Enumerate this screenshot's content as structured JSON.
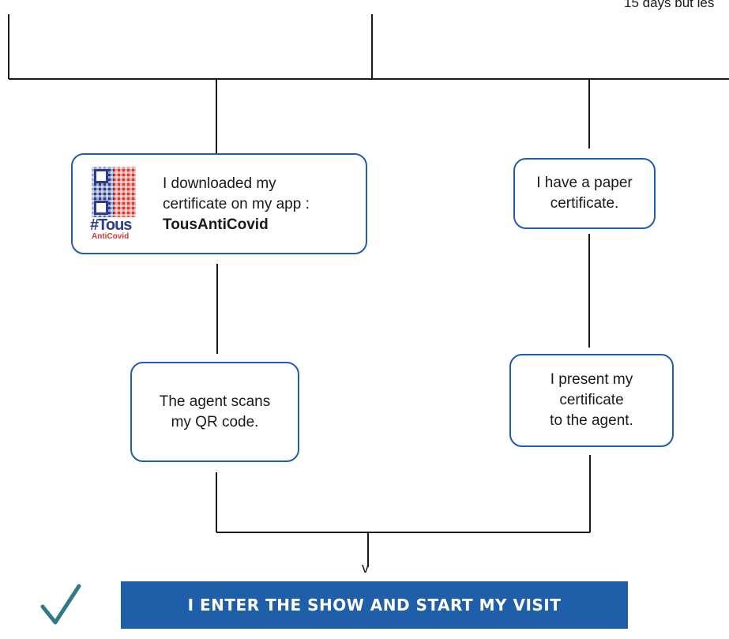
{
  "top_note": "15 days but les",
  "nodes": {
    "app": {
      "line1": "I downloaded my",
      "line2": "certificate on my app :",
      "line3": "TousAntiCovid",
      "logo_text": "#Tous",
      "logo_subtext": "AntiCovid"
    },
    "paper": {
      "line1": "I have a paper",
      "line2": "certificate."
    },
    "scan": {
      "line1": "The agent scans",
      "line2": "my QR code."
    },
    "present": {
      "line1": "I present my",
      "line2": "certificate",
      "line3": "to the agent."
    }
  },
  "arrow_glyph": "v",
  "banner": {
    "text": "I ENTER THE SHOW AND START MY VISIT"
  },
  "colors": {
    "accent": "#1f5ea8",
    "check": "#2f7a86",
    "line": "#1a1a1a"
  }
}
